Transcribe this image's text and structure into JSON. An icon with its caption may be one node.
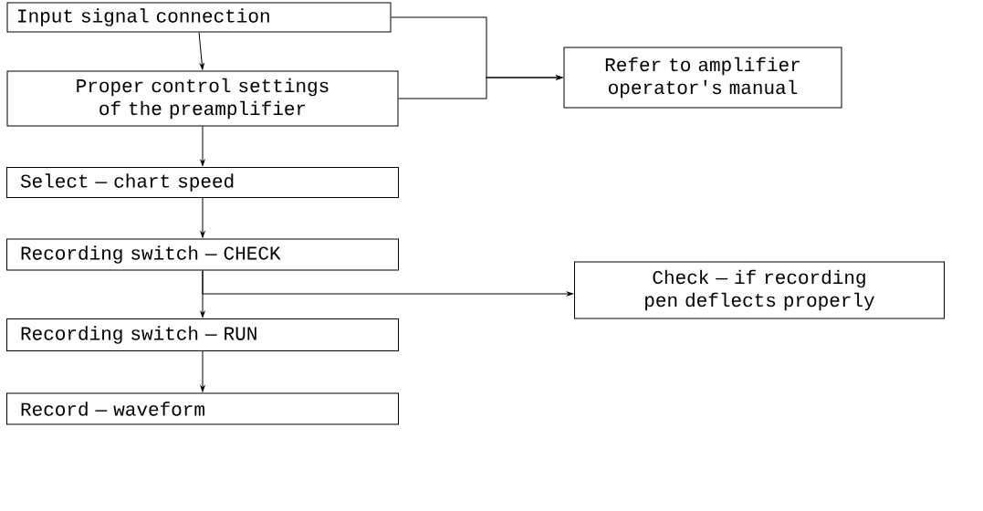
{
  "diagram": {
    "nodes": [
      {
        "text": [
          "Input signal connection"
        ]
      },
      {
        "text": [
          "Proper control settings of the preamplifier"
        ]
      },
      {
        "text": [
          "Select — chart speed"
        ]
      },
      {
        "text": [
          "Recording switch — CHECK"
        ]
      },
      {
        "text": [
          "Recording switch — RUN"
        ]
      },
      {
        "text": [
          "Record — waveform"
        ]
      },
      {
        "text": [
          "Refer to amplifier operator's manual"
        ]
      },
      {
        "text": [
          "Check — if recording pen deflects properly"
        ]
      }
    ],
    "edges": [
      {
        "from": 0,
        "to": 1,
        "arrow": "to"
      },
      {
        "from": 1,
        "to": 2,
        "arrow": "to"
      },
      {
        "from": 2,
        "to": 3,
        "arrow": "to"
      },
      {
        "from": 3,
        "to": 4,
        "arrow": "to"
      },
      {
        "from": 4,
        "to": 5,
        "arrow": "to"
      },
      {
        "from": 0,
        "to": 6,
        "arrow": "to"
      },
      {
        "from": 1,
        "to": 6,
        "arrow": "to"
      },
      {
        "from": 3,
        "to": 7,
        "arrow": "to"
      }
    ]
  }
}
